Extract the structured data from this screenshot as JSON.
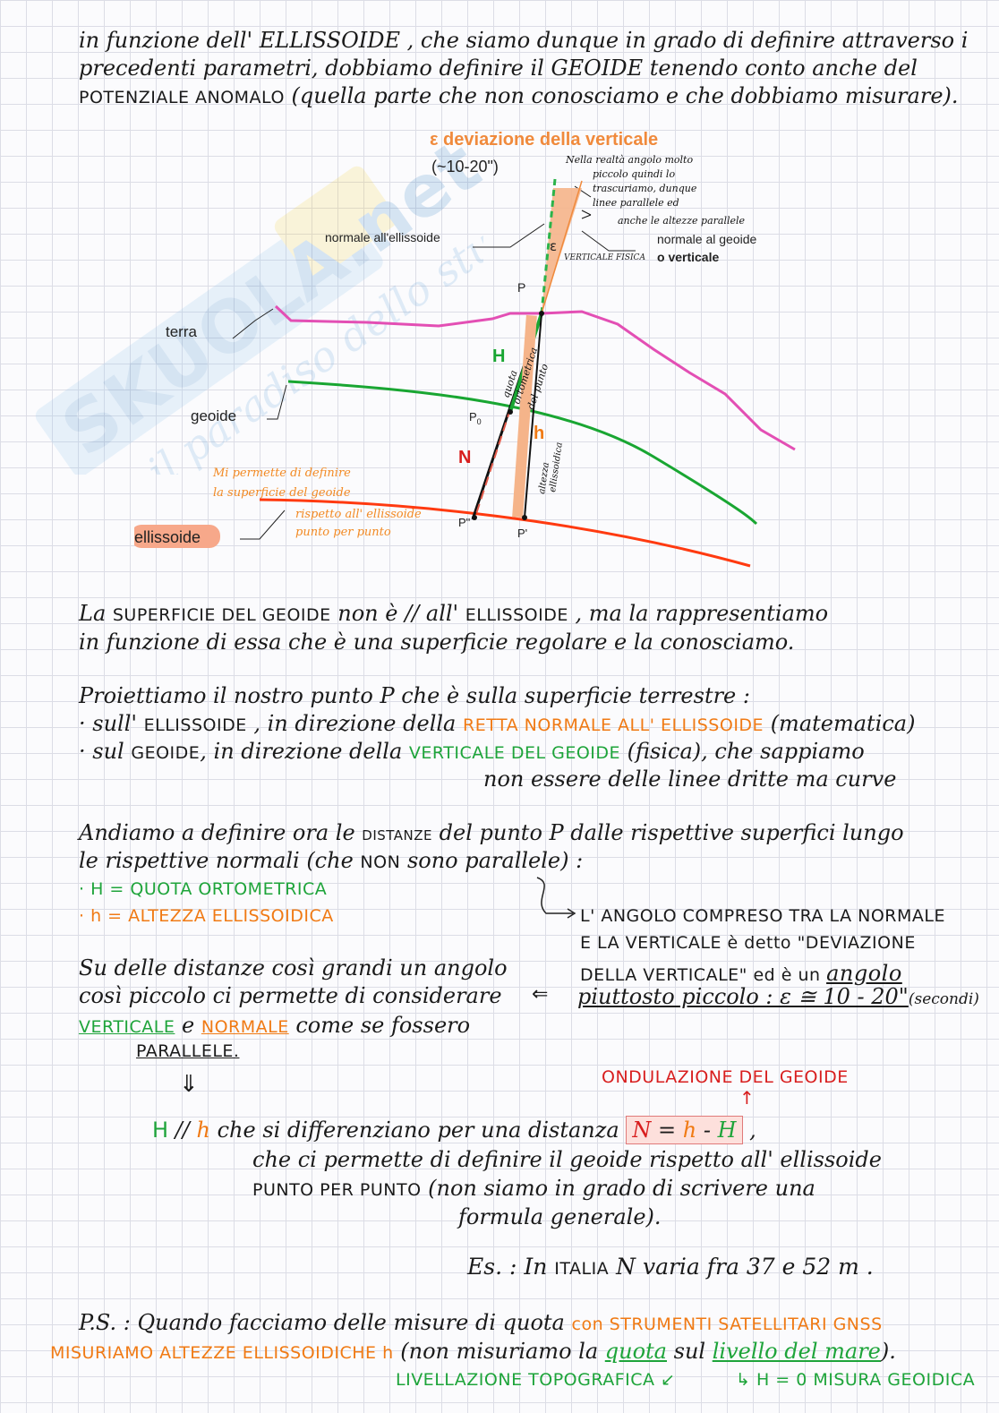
{
  "intro": {
    "l1": "in funzione dell' ELLISSOIDE , che siamo dunque in grado di definire attraverso i",
    "l2": "precedenti parametri, dobbiamo definire il GEOIDE  tenendo conto anche del",
    "l3a": "POTENZIALE ANOMALO",
    "l3b": " (quella parte che non conosciamo e che dobbiamo misurare)."
  },
  "watermark": {
    "brand": "SKUOLA.net",
    "tagline": "il paradiso dello studente"
  },
  "figure": {
    "title": "ε deviazione della verticale",
    "subtitle": "(~10-20\")",
    "note_top": [
      "Nella realtà angolo molto",
      "piccolo quindi lo",
      "trascuriamo, dunque",
      "linee parallele ed",
      "anche le altezze parallele"
    ],
    "label_normale_ellissoide": "normale all'ellissoide",
    "label_normale_geoide": "normale al geoide",
    "label_verticale": "o verticale",
    "label_verticale_fisica": "VERTICALE FISICA",
    "label_eps": "ε",
    "label_P": "P",
    "label_terra": "terra",
    "label_geoide": "geoide",
    "label_ellissoide": "ellissoide",
    "label_P0": "P",
    "label_P0_sub": "0",
    "label_P2": "P\"",
    "label_P1": "P'",
    "label_H": "H",
    "label_h": "h",
    "label_N": "N",
    "quota_text": [
      "quota",
      "ortometrica",
      "del punto"
    ],
    "altezza_text": [
      "altezza",
      "ellissoidica"
    ],
    "note_left": [
      "Mi permette di definire",
      "la superficie del geoide",
      "rispetto all' ellissoide",
      "punto per punto"
    ]
  },
  "para1": {
    "l1a": "La ",
    "l1b": "SUPERFICIE DEL GEOIDE",
    "l1c": " non è // all' ",
    "l1d": "ELLISSOIDE",
    "l1e": " , ma la rappresentiamo",
    "l2": "in funzione di essa che è una superficie regolare e la conosciamo."
  },
  "para2": {
    "l1": "Proiettiamo il nostro punto P che è sulla superficie terrestre :",
    "b1a": "· sull' ",
    "b1b": "ELLISSOIDE",
    "b1c": " , in direzione della ",
    "b1d": "RETTA NORMALE ALL' ELLISSOIDE",
    "b1e": " (matematica)",
    "b2a": "· sul ",
    "b2b": "GEOIDE",
    "b2c": ", in direzione della ",
    "b2d": "VERTICALE DEL GEOIDE",
    "b2e": " (fisica), che sappiamo",
    "b3": "non essere delle linee dritte ma curve"
  },
  "para3": {
    "l1a": "Andiamo a definire ora le ",
    "l1b": "DISTANZE",
    "l1c": " del punto P dalle rispettive superfici lungo",
    "l2a": "le rispettive normali (che ",
    "l2b": "NON",
    "l2c": " sono parallele) :",
    "b1": "· H = QUOTA  ORTOMETRICA",
    "b2": "· h = ALTEZZA  ELLISSOIDICA"
  },
  "angle_note": {
    "l1": "L' ANGOLO COMPRESO TRA LA NORMALE",
    "l2": "E LA VERTICALE è detto \"DEVIAZIONE",
    "l3a": "DELLA VERTICALE\" ed è un ",
    "l3b": "angolo",
    "l4a": "piuttosto piccolo : ε ≅ 10 - 20\"",
    "l4b": "(secondi)"
  },
  "distance_note": {
    "l1": "Su delle distanze così grandi un angolo",
    "l2": "così piccolo ci permette di considerare",
    "l3a": "VERTICALE",
    "l3b": " e ",
    "l3c": "NORMALE",
    "l3d": " come se fossero",
    "l4": "PARALLELE.",
    "arrow_left": "⇐",
    "arrow_down": "⇓"
  },
  "ondulazione": {
    "label": "ONDULAZIONE DEL GEOIDE",
    "arrow": "↑"
  },
  "result": {
    "l1a": "H",
    "l1b": " // ",
    "l1c": "h",
    "l1d": " che si differenziano per una distanza ",
    "eqN": "N",
    "eqEq": " = ",
    "eqh": "h",
    "eqMinus": " - ",
    "eqH": "H",
    "l1e": " ,",
    "l2": "che ci permette di definire il geoide rispetto all' ellissoide",
    "l3a": "PUNTO PER PUNTO",
    "l3b": " (non siamo in grado di scrivere una",
    "l4": "formula generale)."
  },
  "example": {
    "text_a": "Es. : In ",
    "text_b": "ITALIA",
    "text_c": " N varia fra 37 e 52 m ."
  },
  "ps": {
    "l1a": "P.S. : Quando facciamo delle misure di quota ",
    "l1b": "con STRUMENTI SATELLITARI GNSS",
    "l2a": "MISURIAMO ALTEZZE ELLISSOIDICHE h",
    "l2b": " (non misuriamo la ",
    "l2c": "quota",
    "l2d": " sul ",
    "l2e": "livello del mare",
    "l2f": ").",
    "l3a": "LIVELLAZIONE TOPOGRAFICA ↙",
    "l3b": "↳ H = 0  MISURA GEOIDICA"
  }
}
